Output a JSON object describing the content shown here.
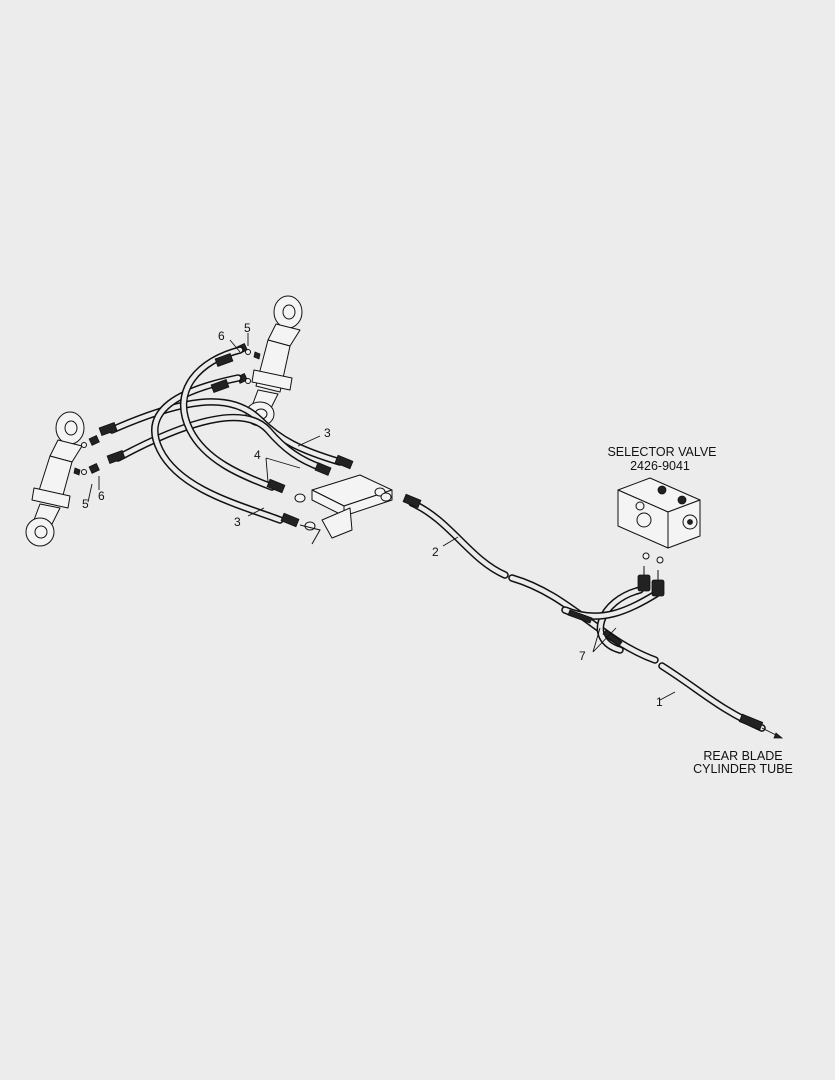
{
  "callouts": {
    "c1": "1",
    "c2": "2",
    "c3a": "3",
    "c3b": "3",
    "c4": "4",
    "c5a": "5",
    "c5b": "5",
    "c6a": "6",
    "c6b": "6",
    "c7": "7"
  },
  "selector_valve": {
    "title": "SELECTOR VALVE",
    "part_number": "2426-9041"
  },
  "destination": {
    "line1": "REAR BLADE",
    "line2": "CYLINDER TUBE"
  }
}
